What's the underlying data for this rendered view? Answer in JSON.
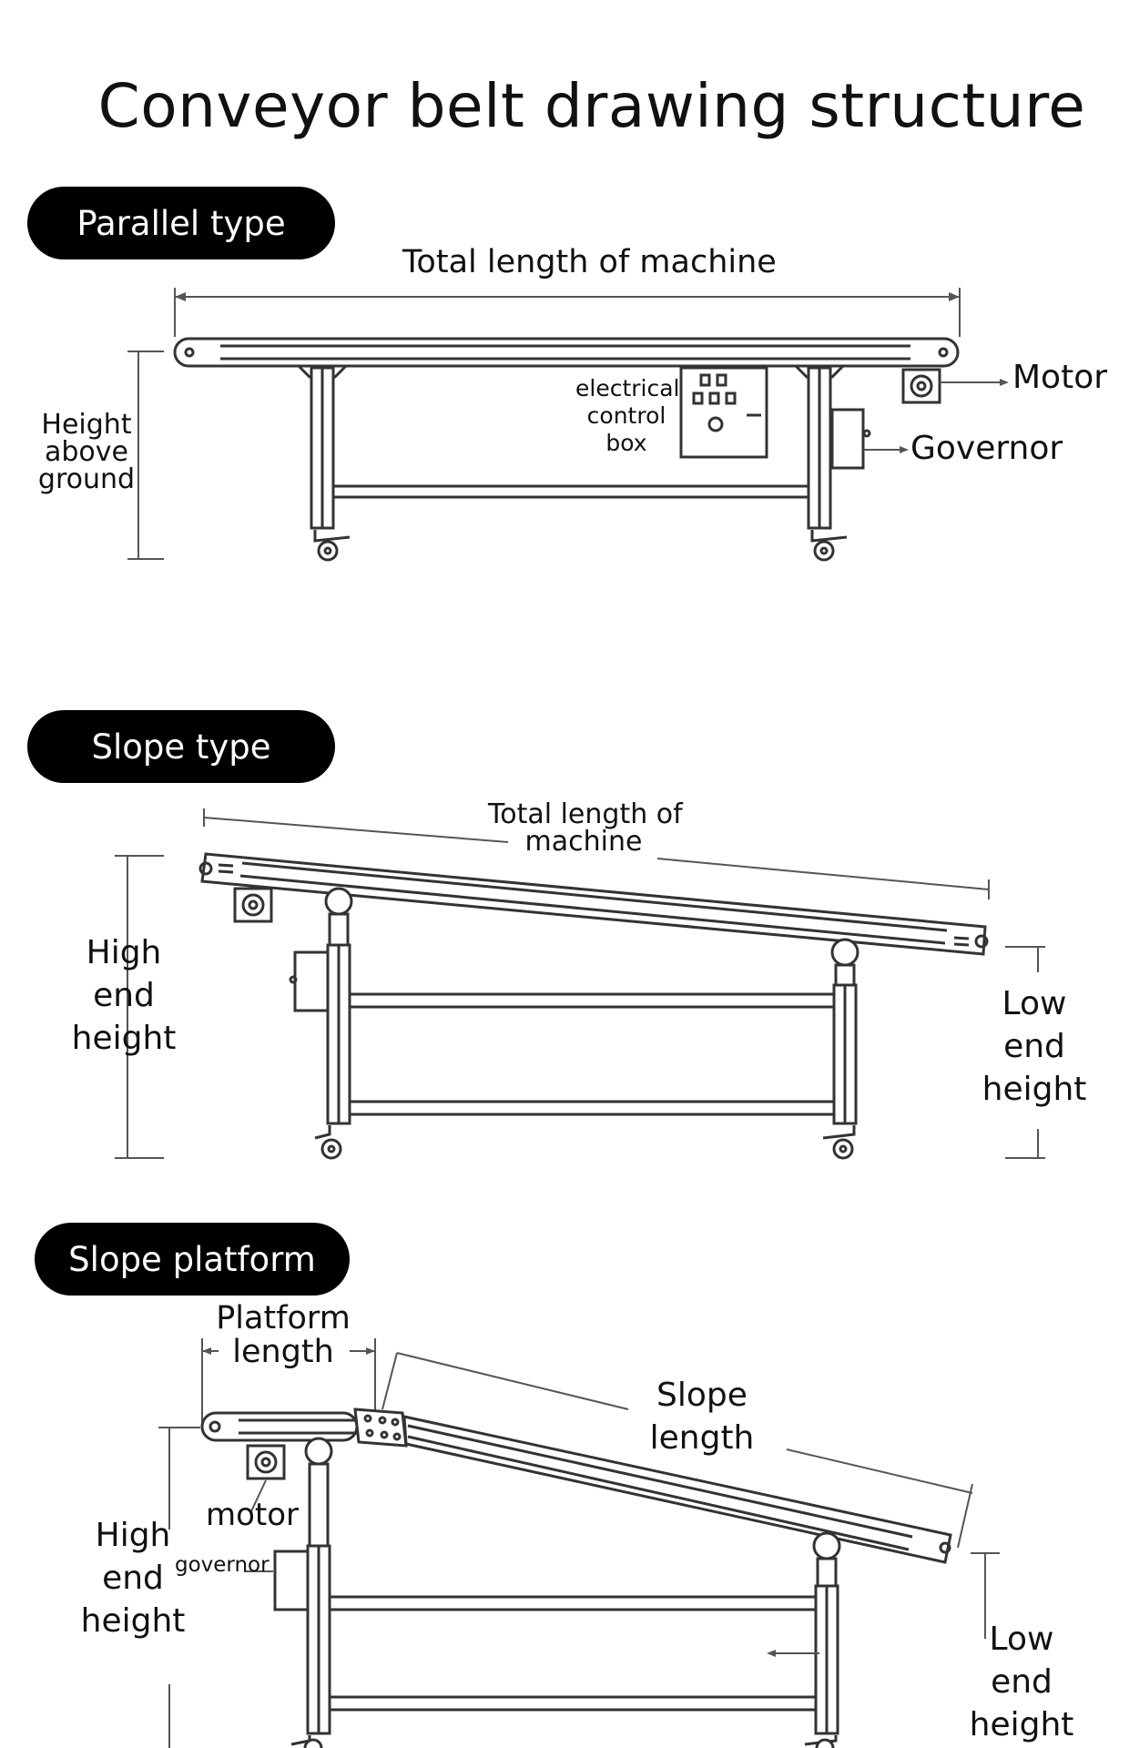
{
  "title": "Conveyor belt drawing structure",
  "sections": {
    "parallel": {
      "badge": "Parallel type",
      "total_length": "Total length of machine",
      "height_label": [
        "Height",
        "above",
        "ground"
      ],
      "control_box": [
        "electrical",
        "control",
        "box"
      ],
      "motor": "Motor",
      "governor": "Governor"
    },
    "slope": {
      "badge": "Slope type",
      "total_length": [
        "Total length of",
        "machine"
      ],
      "high_end": [
        "High",
        "end",
        "height"
      ],
      "low_end": [
        "Low",
        "end",
        "height"
      ]
    },
    "platform": {
      "badge": "Slope platform",
      "platform_length": [
        "Platform",
        "length"
      ],
      "slope_length": [
        "Slope",
        "length"
      ],
      "motor": "motor",
      "governor": "governor",
      "high_end": [
        "High",
        "end",
        "height"
      ],
      "low_end": [
        "Low",
        "end",
        "height"
      ]
    }
  },
  "colors": {
    "badge_bg": "#000000",
    "badge_text": "#ffffff",
    "line": "#333333"
  }
}
